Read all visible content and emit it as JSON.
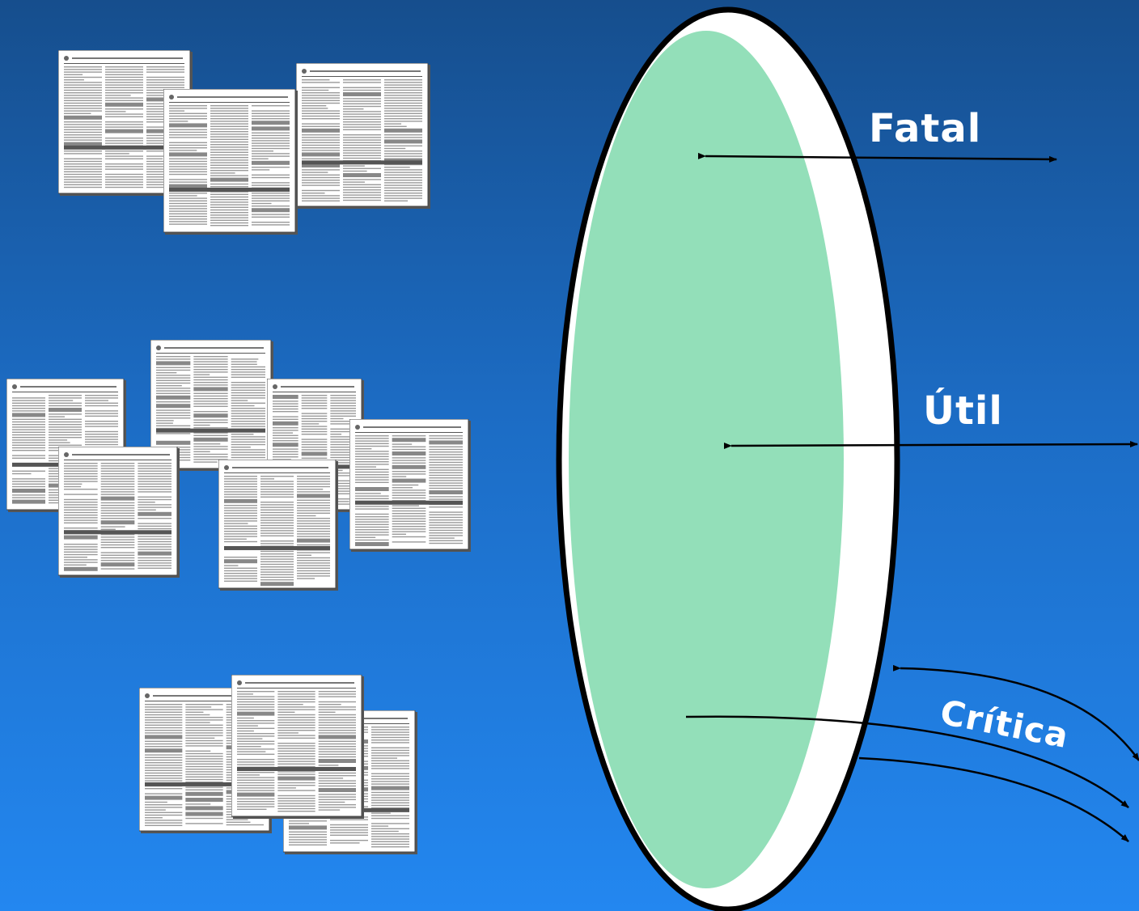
{
  "labels": {
    "fatal": "Fatal",
    "util": "Útil",
    "critica": "Crítica"
  },
  "colors": {
    "background_top": "#164e8d",
    "background_bottom": "#2387f0",
    "lens_fill": "#93dfb9",
    "lens_outline": "#000000",
    "lens_rim": "#ffffff",
    "label_text": "#ffffff"
  },
  "document_groups": [
    {
      "name": "document-group-top",
      "count": 3
    },
    {
      "name": "document-group-middle",
      "count": 6
    },
    {
      "name": "document-group-bottom",
      "count": 3
    }
  ]
}
